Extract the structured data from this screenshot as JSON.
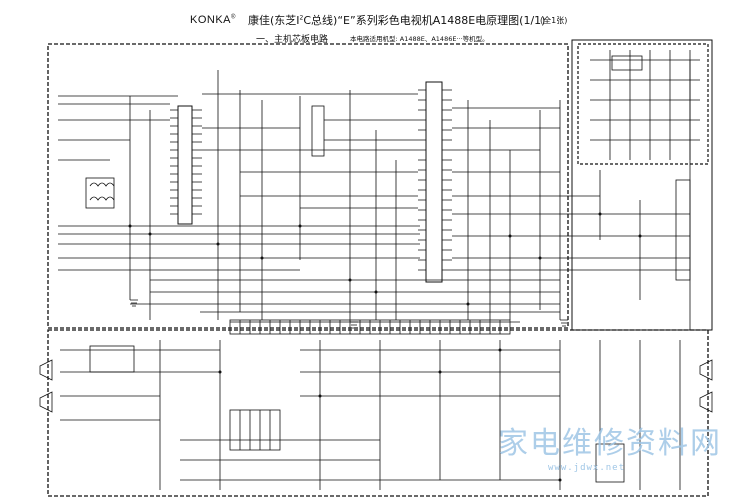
{
  "header": {
    "brand": "KONKA",
    "brand_mark": "®",
    "title_pre": "康佳(东芝I",
    "title_sup": "2",
    "title_post": "C总线)“E”系列彩色电视机A1488E电原理图(1/1)",
    "sheet_note": "(全1张)",
    "section": "一、主机芯板电路",
    "applicable_models": "本电路适用机型:  A1488E、A1486E···等机型。"
  },
  "watermark": {
    "text": "家电维修资料网",
    "url": "www.jdwx.net"
  },
  "colors": {
    "ink": "#111111",
    "watermark": "#9fc6e6"
  }
}
